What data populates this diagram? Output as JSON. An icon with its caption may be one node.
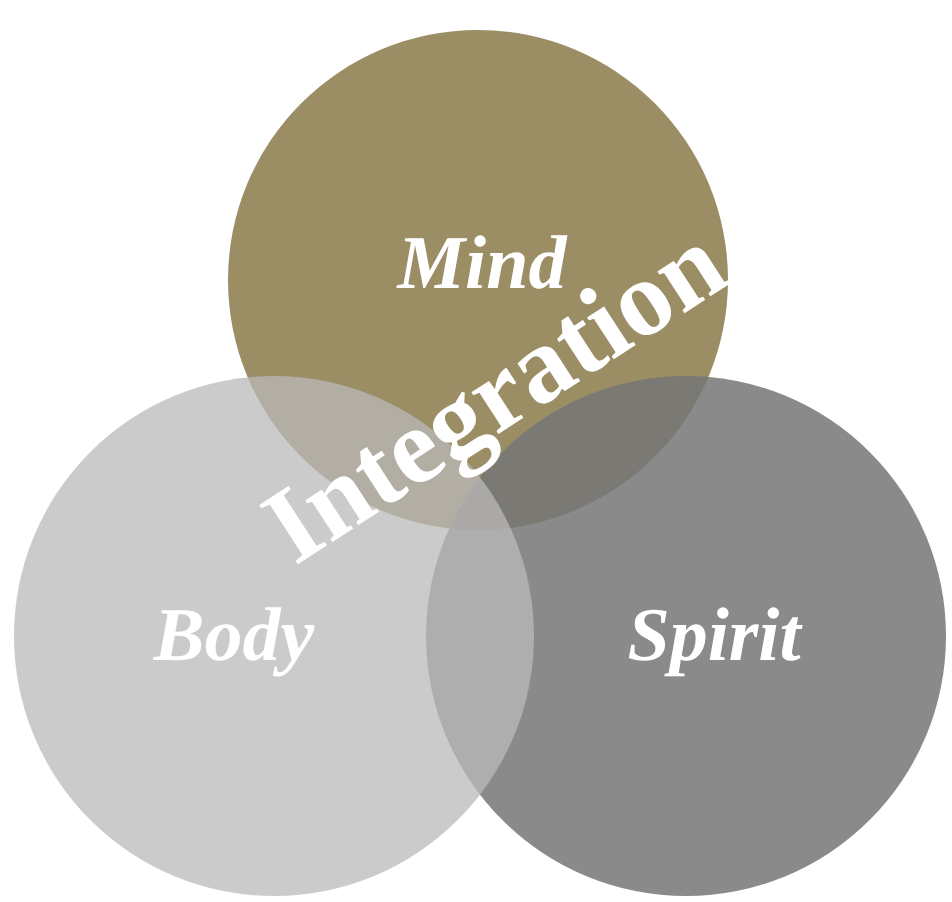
{
  "diagram": {
    "nodes": [
      {
        "text": [
          "Mind"
        ]
      },
      {
        "text": [
          "Body"
        ]
      },
      {
        "text": [
          "Spirit"
        ]
      }
    ],
    "labels": [
      "Integration"
    ]
  }
}
